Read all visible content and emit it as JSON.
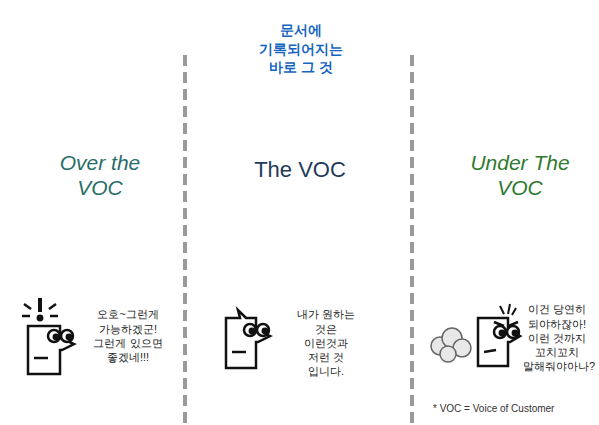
{
  "diagram": {
    "nodes": [
      {
        "text": [
          "문서에 기록되어지는 바로 그 것"
        ]
      },
      {
        "text": [
          "Over the VOC"
        ]
      },
      {
        "text": [
          "The VOC"
        ]
      },
      {
        "text": [
          "Under The VOC"
        ]
      },
      {
        "text": [
          "오호~그런게 가능하겠군! 그런게 있으면 좋겠네!!!"
        ]
      },
      {
        "text": [
          "내가 원하는 것은 이런것과 저런 것 입니다."
        ]
      },
      {
        "text": [
          "이건 당연히 되야하잖아! 이런 것까지 꼬치꼬치 말해줘야아나?"
        ]
      }
    ],
    "labels": [
      "* VOC = Voice of Customer"
    ]
  }
}
